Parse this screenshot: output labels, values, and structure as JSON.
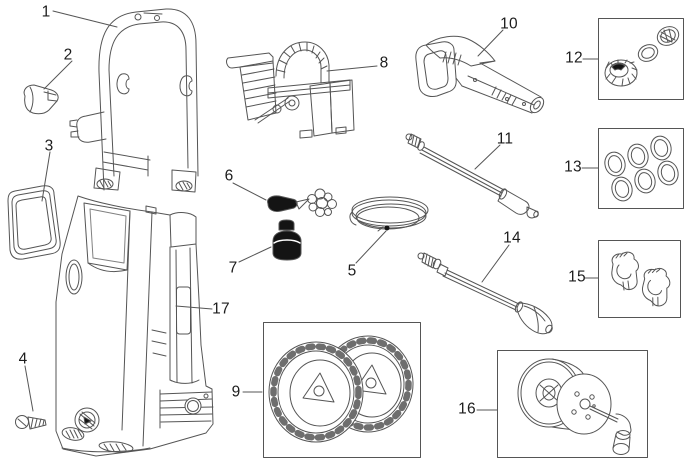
{
  "diagram": {
    "type": "exploded-parts-diagram",
    "colors": {
      "background": "#ffffff",
      "line_art": "#555555",
      "label_ink": "#1c1c1c",
      "solid_fill": "#141414"
    },
    "labels": [
      {
        "number": "1",
        "part": "upper-handle-frame"
      },
      {
        "number": "2",
        "part": "handle-grip-piece"
      },
      {
        "number": "3",
        "part": "holder-frame-panel"
      },
      {
        "number": "4",
        "part": "screw"
      },
      {
        "number": "5",
        "part": "coiled-high-pressure-hose"
      },
      {
        "number": "6",
        "part": "foam-nozzle"
      },
      {
        "number": "7",
        "part": "detergent-bottle"
      },
      {
        "number": "8",
        "part": "motor-pump-assembly"
      },
      {
        "number": "9",
        "part": "wheel-kit"
      },
      {
        "number": "10",
        "part": "spray-gun"
      },
      {
        "number": "11",
        "part": "spray-lance"
      },
      {
        "number": "12",
        "part": "inlet-filter-kit"
      },
      {
        "number": "13",
        "part": "o-ring-kit"
      },
      {
        "number": "14",
        "part": "turbo-lance"
      },
      {
        "number": "15",
        "part": "clip-kit"
      },
      {
        "number": "16",
        "part": "hose-reel"
      },
      {
        "number": "17",
        "part": "main-body"
      }
    ]
  }
}
